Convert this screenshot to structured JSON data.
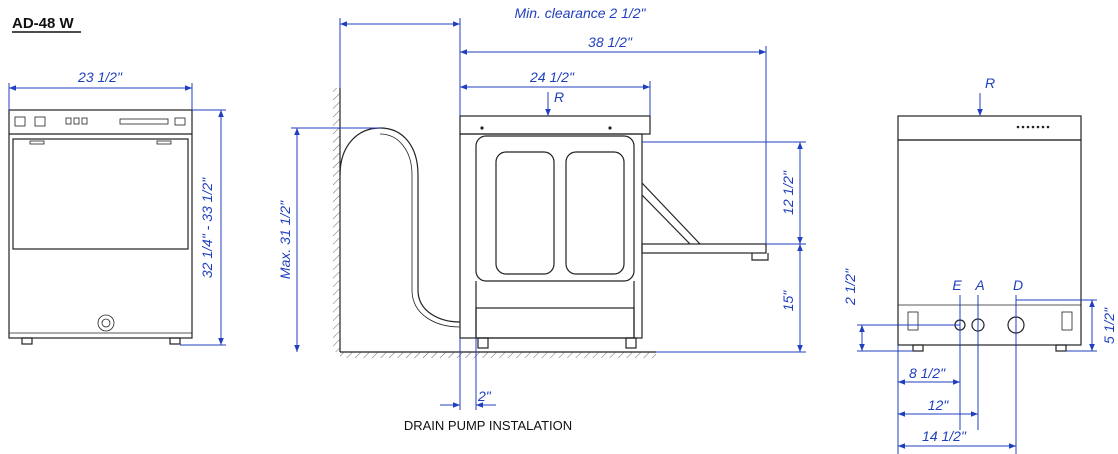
{
  "title": "AD-48 W",
  "caption": "DRAIN PUMP INSTALATION",
  "colors": {
    "dimension": "#1f3fbf",
    "outline": "#222222"
  },
  "front_view": {
    "width": "23 1/2\"",
    "height_range": "32 1/4\"  -  33 1/2\""
  },
  "side_view": {
    "min_clearance": "Min. clearance 2 1/2\"",
    "open_length": "38 1/2\"",
    "depth": "24 1/2\"",
    "rear_label": "R",
    "max_drain_height": "Max. 31 1/2\"",
    "door_open_height": "12 1/2\"",
    "door_bottom_height": "15\"",
    "wall_gap": "2\""
  },
  "rear_view": {
    "rear_label": "R",
    "connection_e": "E",
    "connection_a": "A",
    "connection_d": "D",
    "height_left": "2 1/2\"",
    "height_right": "5 1/2\"",
    "offset_e": "8 1/2\"",
    "offset_a": "12\"",
    "offset_d": "14 1/2\""
  }
}
